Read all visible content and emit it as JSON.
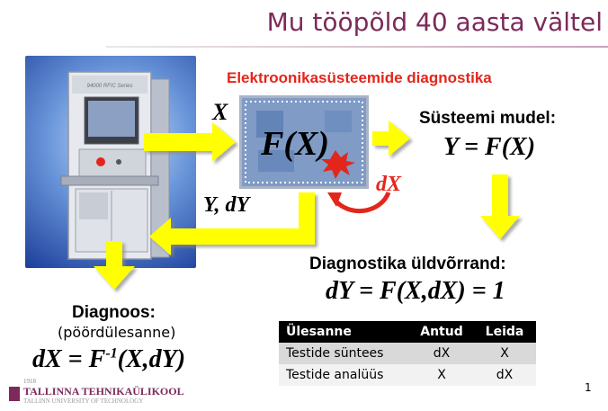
{
  "title": "Mu tööpõld 40 aasta vältel",
  "subtitle": "Elektroonikasüsteemide diagnostika",
  "machine_label": "94000 RFIC Series",
  "input_label": "X",
  "output_label": "Y, dY",
  "chip_label": "F(X)",
  "fault_label": "dX",
  "model": {
    "heading": "Süsteemi mudel:",
    "formula": "Y = F(X)"
  },
  "diag_equation": {
    "heading": "Diagnostika üldvõrrand:",
    "formula": "dY = F(X,dX) = 1"
  },
  "diagnosis": {
    "heading": "Diagnoos:",
    "subheading": "(pöördülesanne)",
    "formula_prefix": "dX = F",
    "formula_sup": "-1",
    "formula_suffix": "(X,dY)"
  },
  "table": {
    "headers": [
      "Ülesanne",
      "Antud",
      "Leida"
    ],
    "rows": [
      [
        "Testide süntees",
        "dX",
        "X"
      ],
      [
        "Testide analüüs",
        "X",
        "dX"
      ]
    ]
  },
  "logo": {
    "year": "1918",
    "name": "TALLINNA TEHNIKAÜLIKOOL",
    "sub": "TALLINN UNIVERSITY OF TECHNOLOGY"
  },
  "page_number": "1",
  "colors": {
    "title": "#7b2a5a",
    "subtitle": "#e3261c",
    "arrow": "#ffff00",
    "fault": "#e3261c"
  }
}
